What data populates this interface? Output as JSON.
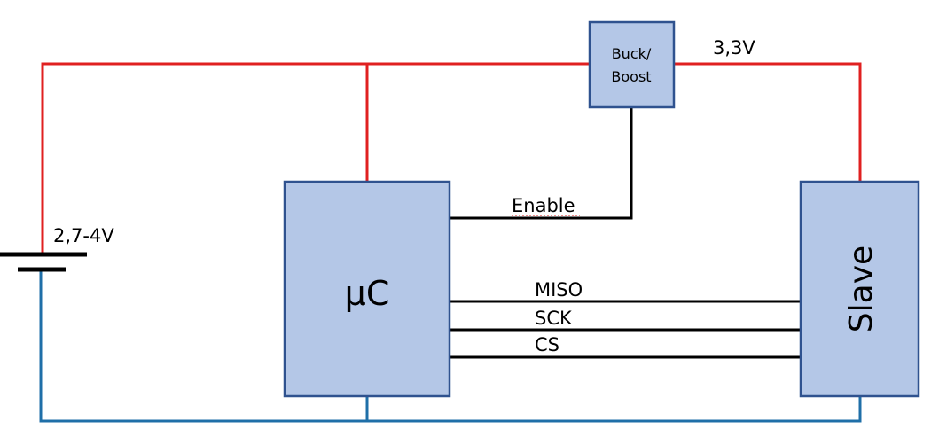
{
  "labels": {
    "buck_boost_line1": "Buck/",
    "buck_boost_line2": "Boost",
    "output_voltage": "3,3V",
    "battery_voltage": "2,7-4V",
    "enable": "Enable",
    "microcontroller": "µC",
    "slave": "Slave",
    "miso": "MISO",
    "sck": "SCK",
    "cs": "CS"
  },
  "colors": {
    "power_wire": "#e02020",
    "ground_wire": "#1f6fa8",
    "signal_wire": "#000000",
    "block_fill": "#b4c7e7",
    "block_stroke": "#2f528f"
  }
}
